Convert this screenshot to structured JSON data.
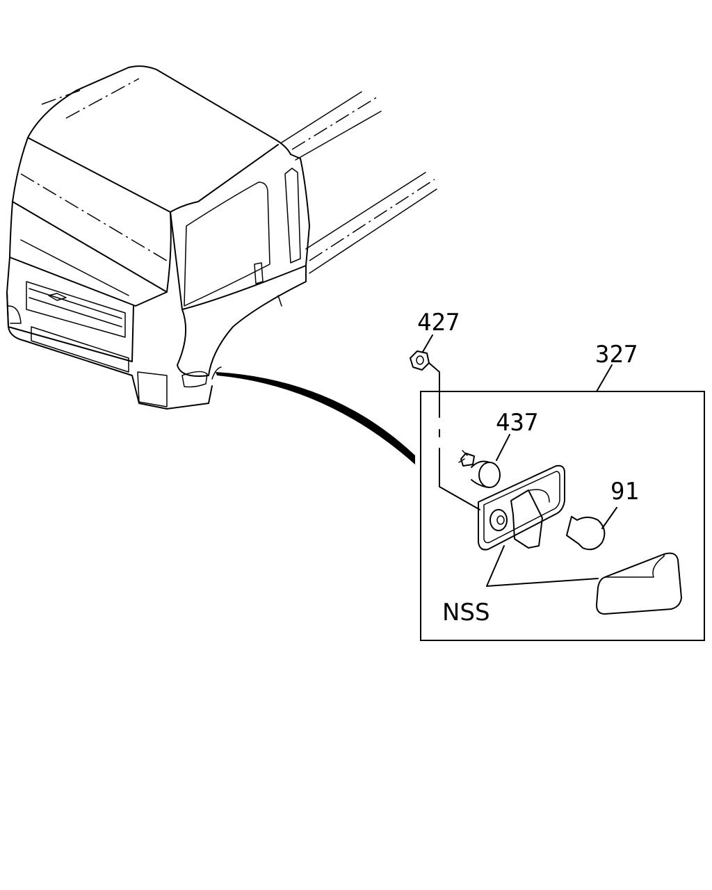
{
  "callouts": {
    "p427": "427",
    "p327": "327",
    "p437": "437",
    "p91": "91",
    "nss": "NSS"
  }
}
